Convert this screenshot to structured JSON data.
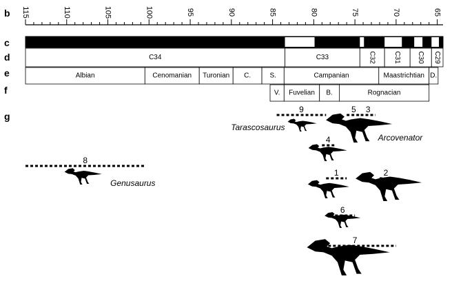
{
  "row_labels": {
    "b": "b",
    "c": "c",
    "d": "d",
    "e": "e",
    "f": "f",
    "g": "g"
  },
  "axis": {
    "min": 64.3,
    "max": 115,
    "major_ticks": [
      "115",
      "110",
      "105",
      "100",
      "95",
      "90",
      "85",
      "80",
      "75",
      "70",
      "65"
    ]
  },
  "polarity": {
    "normal_intervals": [
      [
        83.5,
        79.9
      ],
      [
        74.4,
        73.9
      ],
      [
        71.4,
        69.3
      ],
      [
        67.8,
        66.8
      ],
      [
        65.7,
        64.8
      ]
    ]
  },
  "chrons": [
    {
      "label": "C34",
      "start": 115,
      "end": 83.5
    },
    {
      "label": "C33",
      "start": 83.5,
      "end": 74.4
    },
    {
      "label": "C32",
      "start": 74.4,
      "end": 71.4
    },
    {
      "label": "C31",
      "start": 71.4,
      "end": 68.3
    },
    {
      "label": "C30",
      "start": 68.3,
      "end": 65.7
    },
    {
      "label": "C29",
      "start": 65.7,
      "end": 64.3
    }
  ],
  "stages": [
    {
      "label": "Albian",
      "start": 115,
      "end": 100.5
    },
    {
      "label": "Cenomanian",
      "start": 100.5,
      "end": 93.9
    },
    {
      "label": "Turonian",
      "start": 93.9,
      "end": 89.8
    },
    {
      "label": "C.",
      "start": 89.8,
      "end": 86.3
    },
    {
      "label": "S.",
      "start": 86.3,
      "end": 83.6
    },
    {
      "label": "Campanian",
      "start": 83.6,
      "end": 72.1
    },
    {
      "label": "Maastrichtian",
      "start": 72.1,
      "end": 66.0
    },
    {
      "label": "D.",
      "start": 66.0,
      "end": 64.9
    }
  ],
  "regional_stages": [
    {
      "label": "V.",
      "start": 85.3,
      "end": 83.6
    },
    {
      "label": "Fuvelian",
      "start": 83.6,
      "end": 79.3
    },
    {
      "label": "B.",
      "start": 79.3,
      "end": 76.9
    },
    {
      "label": "Rognacian",
      "start": 76.9,
      "end": 66.0
    }
  ],
  "taxa": [
    {
      "num": "9",
      "name": "Tarascosaurus",
      "start": 84.5,
      "end": 78.5,
      "silhouette": "small-theropod"
    },
    {
      "num": "5",
      "start": 76.0,
      "end": 74.3
    },
    {
      "num": "3",
      "start": 74.3,
      "end": 72.5
    },
    {
      "name": "Arcovenator",
      "silhouette": "large-theropod"
    },
    {
      "num": "4",
      "start": 79.0,
      "end": 77.5,
      "silhouette": "medium-theropod"
    },
    {
      "num": "8",
      "name": "Genusaurus",
      "start": 115,
      "end": 100.5,
      "silhouette": "slender-theropod"
    },
    {
      "num": "1",
      "start": 78.5,
      "end": 76.0,
      "silhouette": "medium-theropod"
    },
    {
      "num": "2",
      "start": 72.0,
      "end": 70.5,
      "silhouette": "large-theropod"
    },
    {
      "num": "6",
      "start": 78.0,
      "end": 75.0,
      "silhouette": "small-theropod"
    },
    {
      "num": "7",
      "start": 80.0,
      "end": 70.0,
      "silhouette": "large-theropod"
    }
  ]
}
